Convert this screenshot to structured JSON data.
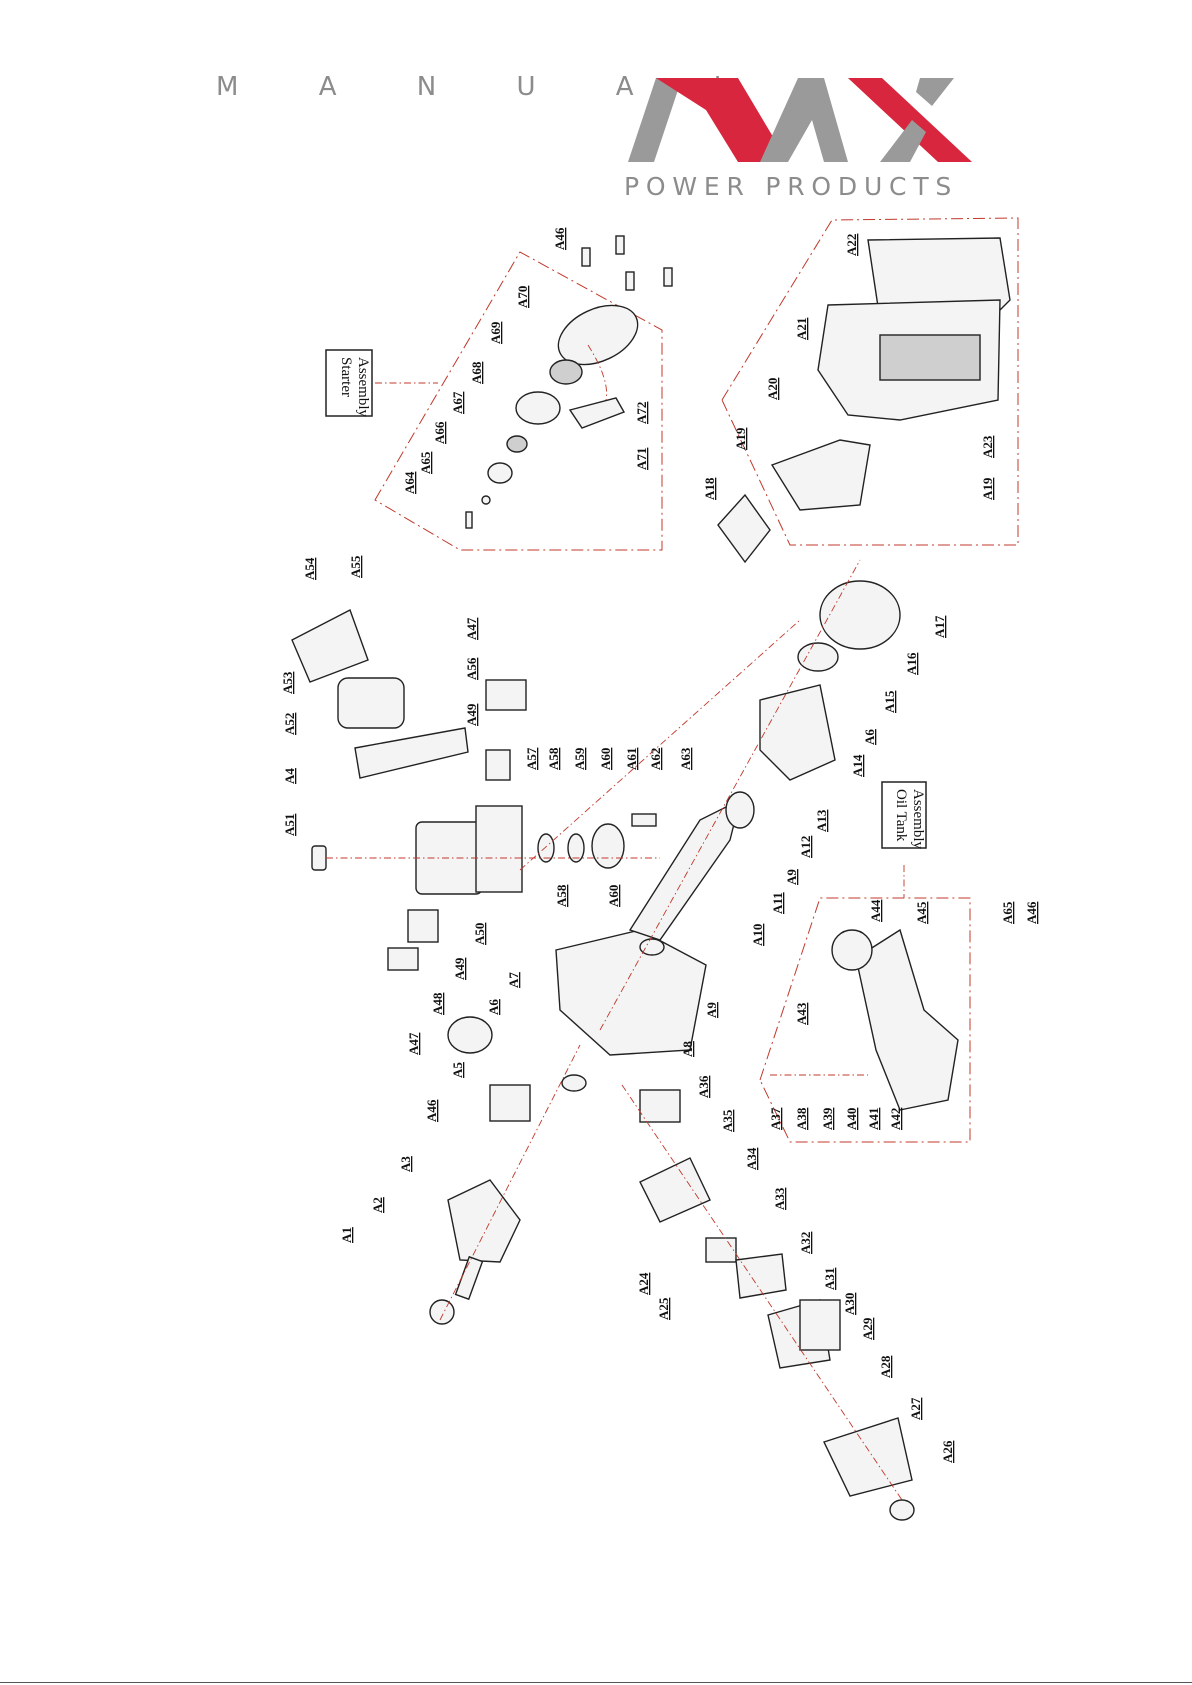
{
  "header": {
    "title": "M A N U A L",
    "brand_sub": "POWER PRODUCTS",
    "colors": {
      "brand_red": "#d7263d",
      "brand_grey": "#9a9a9a",
      "leader_red": "#c0392b"
    }
  },
  "assemblies": {
    "starter": {
      "line1": "Starter",
      "line2": "Assembly"
    },
    "oil_tank": {
      "line1": "Oil Tank",
      "line2": "Assembly"
    }
  },
  "labels": {
    "A1": "A1",
    "A2": "A2",
    "A3": "A3",
    "A4": "A4",
    "A5": "A5",
    "A6a": "A6",
    "A6b": "A6",
    "A7": "A7",
    "A8": "A8",
    "A9a": "A9",
    "A9b": "A9",
    "A10": "A10",
    "A11": "A11",
    "A12": "A12",
    "A13": "A13",
    "A14": "A14",
    "A15": "A15",
    "A16": "A16",
    "A17": "A17",
    "A18": "A18",
    "A19a": "A19",
    "A19b": "A19",
    "A20": "A20",
    "A21": "A21",
    "A22": "A22",
    "A23": "A23",
    "A24": "A24",
    "A25": "A25",
    "A26": "A26",
    "A27": "A27",
    "A28": "A28",
    "A29": "A29",
    "A30": "A30",
    "A31": "A31",
    "A32": "A32",
    "A33": "A33",
    "A34": "A34",
    "A35": "A35",
    "A36": "A36",
    "A37": "A37",
    "A38": "A38",
    "A39": "A39",
    "A40": "A40",
    "A41": "A41",
    "A42": "A42",
    "A43": "A43",
    "A44": "A44",
    "A45": "A45",
    "A46a": "A46",
    "A46b": "A46",
    "A46c": "A46",
    "A47a": "A47",
    "A47b": "A47",
    "A48": "A48",
    "A49a": "A49",
    "A49b": "A49",
    "A50": "A50",
    "A51": "A51",
    "A52": "A52",
    "A53": "A53",
    "A54": "A54",
    "A55": "A55",
    "A56": "A56",
    "A57": "A57",
    "A58a": "A58",
    "A58b": "A58",
    "A59": "A59",
    "A60a": "A60",
    "A60b": "A60",
    "A61": "A61",
    "A62": "A62",
    "A63": "A63",
    "A64": "A64",
    "A65": "A65",
    "A66": "A66",
    "A67": "A67",
    "A68": "A68",
    "A69": "A69",
    "A70": "A70",
    "A71": "A71",
    "A72": "A72",
    "A65b": "A65"
  }
}
